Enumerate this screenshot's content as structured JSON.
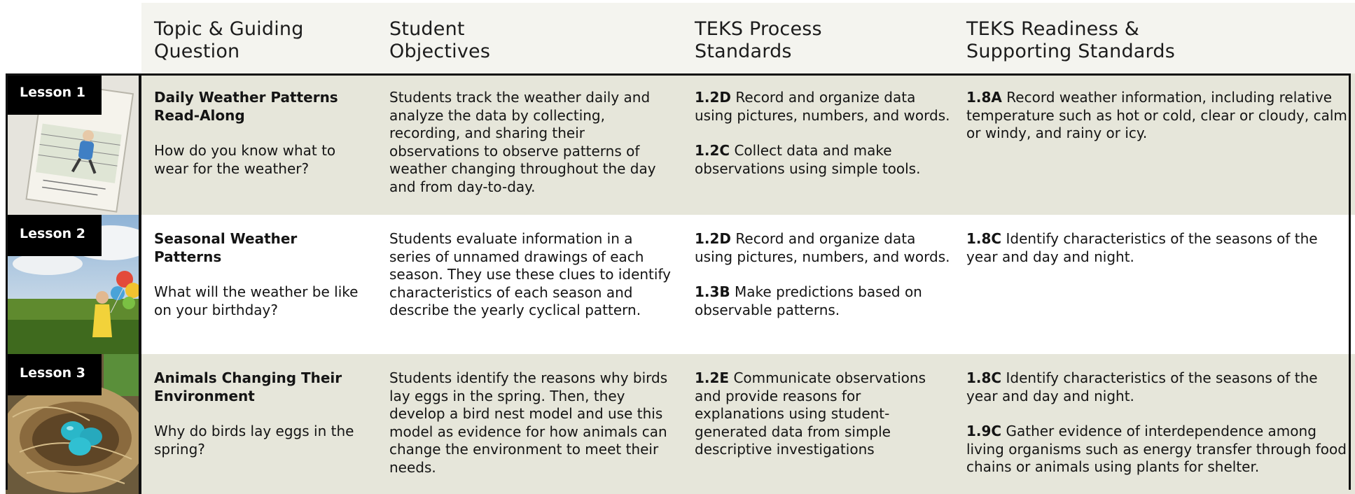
{
  "columns": [
    "Topic & Guiding\nQuestion",
    "Student\nObjectives",
    "TEKS Process\nStandards",
    "TEKS Readiness &\nSupporting Standards"
  ],
  "lessons": [
    {
      "label": "Lesson 1",
      "image": "storybook-cover",
      "topic": "Daily Weather Patterns Read-Along",
      "question": "How do you know what to wear for the weather?",
      "objectives": "Students track the weather daily and analyze the data by collecting, recording, and sharing their observations to observe patterns of weather changing throughout the day and from day-to-day.",
      "process": [
        {
          "code": "1.2D",
          "text": "Record and organize data using pictures, numbers, and words."
        },
        {
          "code": "1.2C",
          "text": "Collect data and make observations using simple tools."
        }
      ],
      "readiness": [
        {
          "code": "1.8A",
          "text": "Record weather information, including relative temperature such as hot or cold, clear or cloudy, calm or windy, and rainy or icy."
        }
      ]
    },
    {
      "label": "Lesson 2",
      "image": "girl-with-balloons-photo",
      "topic": "Seasonal Weather Patterns",
      "question": "What will the weather be like on your birthday?",
      "objectives": "Students evaluate information in a series of unnamed drawings of each season. They use these clues to identify characteristics of each season and describe the yearly cyclical pattern.",
      "process": [
        {
          "code": "1.2D",
          "text": "Record and organize data using pictures, numbers, and words."
        },
        {
          "code": "1.3B",
          "text": "Make predictions based on observable patterns."
        }
      ],
      "readiness": [
        {
          "code": "1.8C",
          "text": "Identify characteristics of the seasons of the year and day and night."
        }
      ]
    },
    {
      "label": "Lesson 3",
      "image": "bird-nest-eggs-photo",
      "topic": "Animals Changing Their Environment",
      "question": "Why do birds lay eggs in the spring?",
      "objectives": "Students identify the reasons why birds lay eggs in the spring. Then, they develop a bird nest model and use this model as evidence for how animals can change the environment to meet their needs.",
      "process": [
        {
          "code": "1.2E",
          "text": "Communicate observations and provide reasons for explanations using student-generated data from simple descriptive investigations"
        }
      ],
      "readiness": [
        {
          "code": "1.8C",
          "text": "Identify characteristics of the seasons of the year and day and night."
        },
        {
          "code": "1.9C",
          "text": "Gather evidence of interdependence among living organisms such as energy transfer through food chains or animals using plants for shelter."
        }
      ]
    }
  ]
}
